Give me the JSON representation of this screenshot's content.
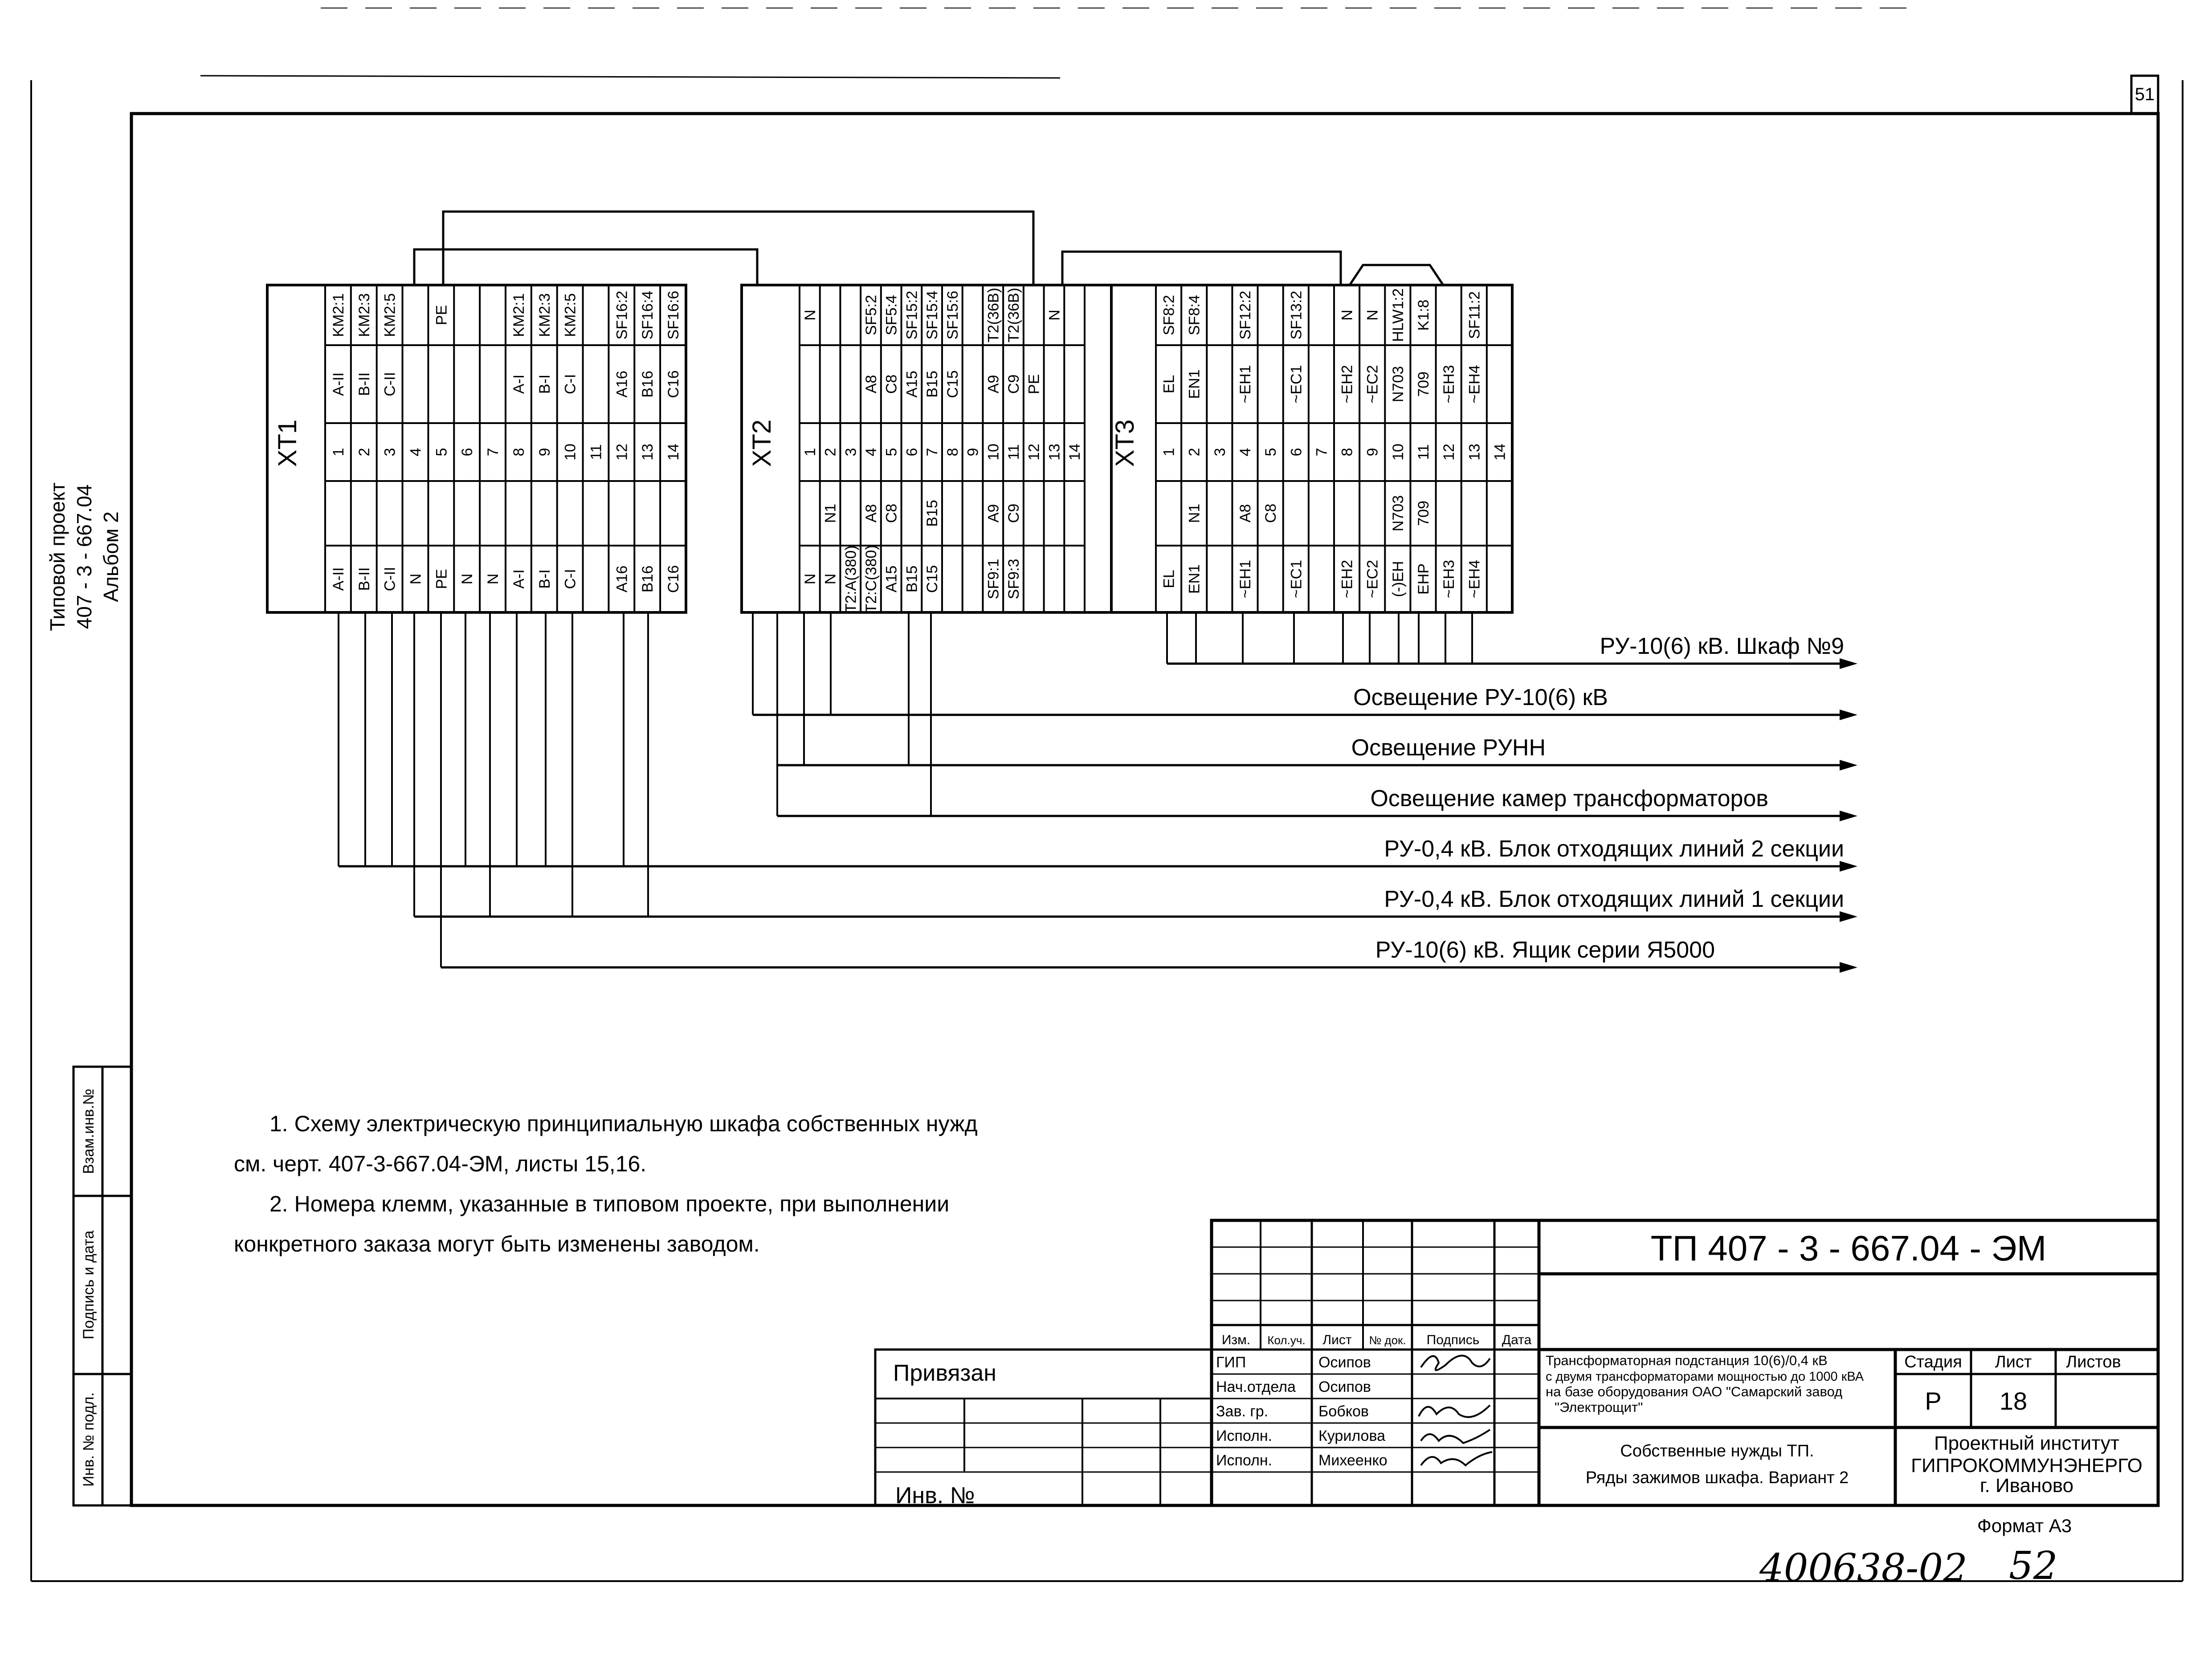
{
  "sheet_number": "51",
  "side_stamp": [
    "Типовой проект",
    "407 - 3 - 667.04",
    "Альбом 2"
  ],
  "margin_table": [
    "Взам.инв.№",
    "Подпись и дата",
    "Инв. № подл."
  ],
  "terminal_blocks": [
    {
      "name": "XT1",
      "terminals": [
        {
          "top_label": "KM2:1",
          "dest": "A-II",
          "num": "1",
          "bottom": "A-II"
        },
        {
          "top_label": "KM2:3",
          "dest": "B-II",
          "num": "2",
          "bottom": "B-II"
        },
        {
          "top_label": "KM2:5",
          "dest": "C-II",
          "num": "3",
          "bottom": "C-II"
        },
        {
          "top_label": "",
          "dest": "",
          "num": "4",
          "bottom": "N"
        },
        {
          "top_label": "PE",
          "dest": "",
          "num": "5",
          "bottom": "PE"
        },
        {
          "top_label": "",
          "dest": "",
          "num": "6",
          "bottom": "N"
        },
        {
          "top_label": "",
          "dest": "",
          "num": "7",
          "bottom": "N"
        },
        {
          "top_label": "KM2:1",
          "dest": "A-I",
          "num": "8",
          "bottom": "A-I"
        },
        {
          "top_label": "KM2:3",
          "dest": "B-I",
          "num": "9",
          "bottom": "B-I"
        },
        {
          "top_label": "KM2:5",
          "dest": "C-I",
          "num": "10",
          "bottom": "C-I"
        },
        {
          "top_label": "",
          "dest": "",
          "num": "11",
          "bottom": ""
        },
        {
          "top_label": "SF16:2",
          "dest": "A16",
          "num": "12",
          "bottom": "A16"
        },
        {
          "top_label": "SF16:4",
          "dest": "B16",
          "num": "13",
          "bottom": "B16"
        },
        {
          "top_label": "SF16:6",
          "dest": "C16",
          "num": "14",
          "bottom": "C16"
        }
      ]
    },
    {
      "name": "XT2",
      "terminals": [
        {
          "top_label": "N",
          "dest": "",
          "num": "1",
          "mid": "",
          "bottom": "N"
        },
        {
          "top_label": "",
          "dest": "",
          "num": "2",
          "mid": "N1",
          "bottom": "N"
        },
        {
          "top_label": "",
          "dest": "",
          "num": "3",
          "mid": "",
          "bottom": "T2:A(380)"
        },
        {
          "top_label": "SF5:2",
          "dest": "A8",
          "num": "4",
          "mid": "A8",
          "bottom": "T2:C(380)"
        },
        {
          "top_label": "SF5:4",
          "dest": "C8",
          "num": "5",
          "mid": "C8",
          "bottom": "A15"
        },
        {
          "top_label": "SF15:2",
          "dest": "A15",
          "num": "6",
          "mid": "",
          "bottom": "B15"
        },
        {
          "top_label": "SF15:4",
          "dest": "B15",
          "num": "7",
          "mid": "B15",
          "bottom": "C15"
        },
        {
          "top_label": "SF15:6",
          "dest": "C15",
          "num": "8",
          "mid": "",
          "bottom": ""
        },
        {
          "top_label": "",
          "dest": "",
          "num": "9",
          "mid": "",
          "bottom": ""
        },
        {
          "top_label": "T2(36B)",
          "dest": "A9",
          "num": "10",
          "mid": "A9",
          "bottom": "SF9:1"
        },
        {
          "top_label": "T2(36B)",
          "dest": "C9",
          "num": "11",
          "mid": "C9",
          "bottom": "SF9:3"
        },
        {
          "top_label": "",
          "dest": "PE",
          "num": "12",
          "mid": "",
          "bottom": ""
        },
        {
          "top_label": "N",
          "dest": "",
          "num": "13",
          "mid": "",
          "bottom": ""
        },
        {
          "top_label": "",
          "dest": "",
          "num": "14",
          "mid": "",
          "bottom": ""
        }
      ]
    },
    {
      "name": "XT3",
      "terminals": [
        {
          "top_label": "SF8:2",
          "dest": "EL",
          "num": "1",
          "mid": "",
          "bottom": "EL"
        },
        {
          "top_label": "SF8:4",
          "dest": "EN1",
          "num": "2",
          "mid": "N1",
          "bottom": "EN1"
        },
        {
          "top_label": "",
          "dest": "",
          "num": "3",
          "mid": "",
          "bottom": ""
        },
        {
          "top_label": "SF12:2",
          "dest": "~EH1",
          "num": "4",
          "mid": "A8",
          "bottom": "~EH1"
        },
        {
          "top_label": "",
          "dest": "",
          "num": "5",
          "mid": "C8",
          "bottom": ""
        },
        {
          "top_label": "SF13:2",
          "dest": "~EC1",
          "num": "6",
          "mid": "",
          "bottom": "~EC1"
        },
        {
          "top_label": "",
          "dest": "",
          "num": "7",
          "mid": "",
          "bottom": ""
        },
        {
          "top_label": "N",
          "dest": "~EH2",
          "num": "8",
          "mid": "",
          "bottom": "~EH2"
        },
        {
          "top_label": "N",
          "dest": "~EC2",
          "num": "9",
          "mid": "",
          "bottom": "~EC2"
        },
        {
          "top_label": "HLW1:2",
          "dest": "N703",
          "num": "10",
          "mid": "N703",
          "bottom": "(-)EH"
        },
        {
          "top_label": "K1:8",
          "dest": "709",
          "num": "11",
          "mid": "709",
          "bottom": "EHP"
        },
        {
          "top_label": "",
          "dest": "~EH3",
          "num": "12",
          "mid": "",
          "bottom": "~EH3"
        },
        {
          "top_label": "SF11:2",
          "dest": "~EH4",
          "num": "13",
          "mid": "",
          "bottom": "~EH4"
        },
        {
          "top_label": "",
          "dest": "",
          "num": "14",
          "mid": "",
          "bottom": ""
        }
      ]
    }
  ],
  "outputs": [
    "РУ-10(6) кВ. Шкаф №9",
    "Освещение РУ-10(6) кВ",
    "Освещение РУНН",
    "Освещение камер трансформаторов",
    "РУ-0,4 кВ. Блок отходящих линий 2 секции",
    "РУ-0,4 кВ. Блок отходящих линий 1 секции",
    "РУ-10(6) кВ. Ящик серии Я5000"
  ],
  "notes": [
    "1. Схему электрическую принципиальную шкафа собственных нужд",
    "см. черт. 407-3-667.04-ЭМ, листы 15,16.",
    "2. Номера клемм, указанные в типовом проекте, при выполнении",
    "конкретного заказа могут быть изменены заводом."
  ],
  "title_block": {
    "doc_code": "ТП  407 - 3 - 667.04 - ЭМ",
    "headers": [
      "Изм.",
      "Кол.уч.",
      "Лист",
      "№ док.",
      "Подпись",
      "Дата"
    ],
    "roles": [
      "ГИП",
      "Нач.отдела",
      "Зав. гр.",
      "Исполн.",
      "Исполн."
    ],
    "names": [
      "Осипов",
      "Осипов",
      "Бобков",
      "Курилова",
      "Михеенко"
    ],
    "attached": "Привязан",
    "inv": "Инв. №",
    "description": [
      "Трансформаторная подстанция 10(6)/0,4 кВ",
      "с двумя трансформаторами мощностью до 1000 кВА",
      "на базе оборудования ОАО \"Самарский завод",
      "\"Электрощит\""
    ],
    "stage_label": "Стадия",
    "sheet_label": "Лист",
    "sheets_label": "Листов",
    "stage": "Р",
    "sheet": "18",
    "sheet_title": [
      "Собственные нужды ТП.",
      "Ряды зажимов шкафа. Вариант 2"
    ],
    "org": [
      "Проектный институт",
      "ГИПРОКОММУНЭНЕРГО",
      "г. Иваново"
    ]
  },
  "format": "Формат А3",
  "handwritten_number": "400638-02",
  "handwritten_page": "52"
}
